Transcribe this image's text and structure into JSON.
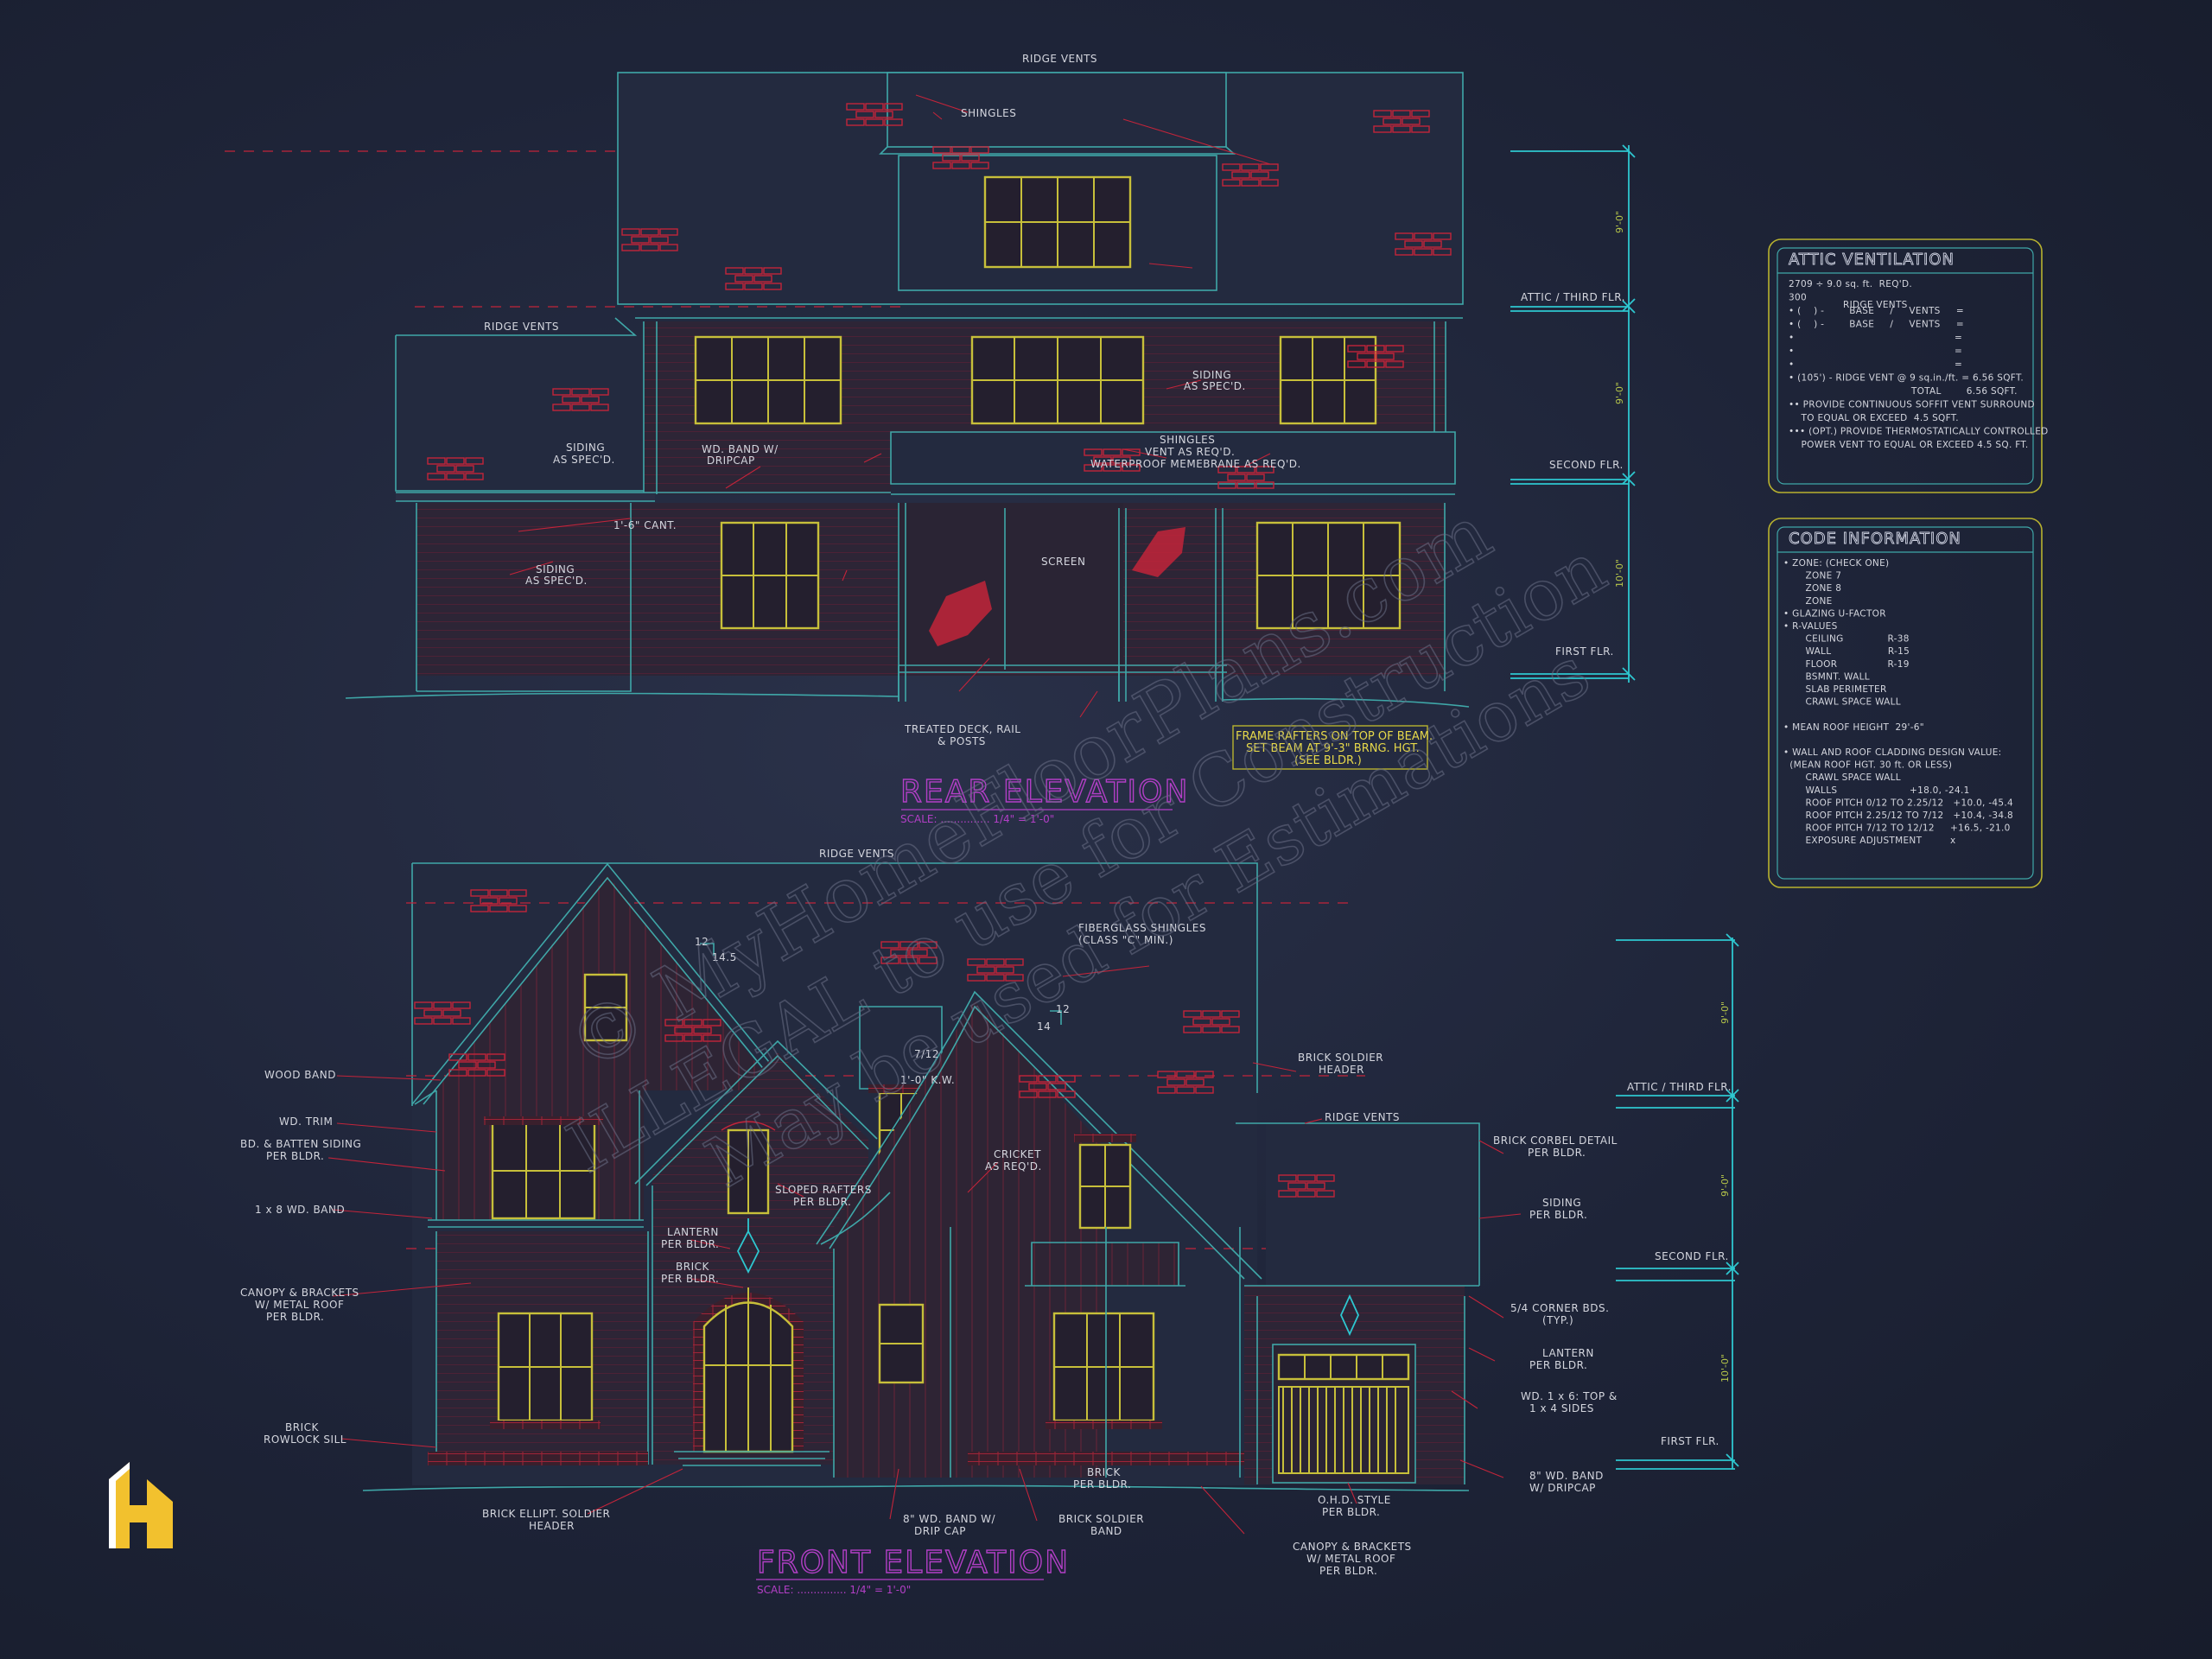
{
  "rear": {
    "title": "REAR ELEVATION",
    "scale": "SCALE:  ............... 1/4\" = 1'-0\"",
    "labels": {
      "ridge_vents_top": "RIDGE VENTS",
      "shingles_top": "SHINGLES",
      "ridge_vents_left": "RIDGE VENTS",
      "siding_left_1": "SIDING",
      "siding_left_2": "AS SPEC'D.",
      "band_1": "WD. BAND W/",
      "band_2": "DRIPCAP",
      "siding_right_1": "SIDING",
      "siding_right_2": "AS SPEC'D.",
      "shingles_1": "SHINGLES",
      "shingles_2": "VENT AS REQ'D.",
      "shingles_3": "WATERPROOF MEMEBRANE AS REQ'D.",
      "cant": "1'-6\" CANT.",
      "siding_low_1": "SIDING",
      "siding_low_2": "AS SPEC'D.",
      "screen": "SCREEN",
      "deck_1": "TREATED DECK, RAIL",
      "deck_2": "& POSTS",
      "attic_flr": "ATTIC / THIRD FLR.",
      "second_flr": "SECOND FLR.",
      "first_flr": "FIRST FLR.",
      "dim_1": "9'-0\"",
      "dim_2": "9'-0\"",
      "dim_3": "10'-0\""
    },
    "note": [
      "FRAME RAFTERS ON TOP OF BEAM.",
      "SET BEAM AT 9'-3\" BRNG. HGT.",
      "(SEE BLDR.)"
    ]
  },
  "front": {
    "title": "FRONT ELEVATION",
    "scale": "SCALE:  ............... 1/4\" = 1'-0\"",
    "labels": {
      "ridge_vents_top": "RIDGE VENTS",
      "fiberglass_1": "FIBERGLASS SHINGLES",
      "fiberglass_2": "(CLASS \"C\" MIN.)",
      "wood_band": "WOOD BAND",
      "wd_trim": "WD. TRIM",
      "batten_1": "BD. & BATTEN SIDING",
      "batten_2": "PER BLDR.",
      "band_1x8": "1 x 8 WD. BAND",
      "canopy_1": "CANOPY & BRACKETS",
      "canopy_2": "W/ METAL ROOF",
      "canopy_3": "PER BLDR.",
      "rowlock_1": "BRICK",
      "rowlock_2": "ROWLOCK SILL",
      "ellipt_1": "BRICK ELLIPT. SOLDIER",
      "ellipt_2": "HEADER",
      "band8_1": "8\" WD. BAND W/",
      "band8_2": "DRIP CAP",
      "brick_1": "BRICK",
      "brick_2": "PER BLDR.",
      "soldier_band_1": "BRICK SOLDIER",
      "soldier_band_2": "BAND",
      "canopy_r_1": "CANOPY & BRACKETS",
      "canopy_r_2": "W/ METAL ROOF",
      "canopy_r_3": "PER BLDR.",
      "ohd_1": "O.H.D. STYLE",
      "ohd_2": "PER BLDR.",
      "band8r_1": "8\" WD. BAND",
      "band8r_2": "W/ DRIPCAP",
      "wd1x6_1": "WD. 1 x 6: TOP &",
      "wd1x6_2": "1 x 4 SIDES",
      "lantern_r_1": "LANTERN",
      "lantern_r_2": "PER BLDR.",
      "corner_1": "5/4 CORNER BDS.",
      "corner_2": "(TYP.)",
      "siding_1": "SIDING",
      "siding_2": "PER BLDR.",
      "corbel_1": "BRICK CORBEL DETAIL",
      "corbel_2": "PER BLDR.",
      "ridge_vents_r": "RIDGE VENTS",
      "soldier_hdr_1": "BRICK SOLDIER",
      "soldier_hdr_2": "HEADER",
      "cricket_1": "CRICKET",
      "cricket_2": "AS REQ'D.",
      "sloped_1": "SLOPED RAFTERS",
      "sloped_2": "PER BLDR.",
      "lantern_1": "LANTERN",
      "lantern_2": "PER BLDR.",
      "brick_l_1": "BRICK",
      "brick_l_2": "PER BLDR.",
      "kw": "1'-0\" K.W.",
      "pitch_a": "7/12",
      "pitch_b": "12",
      "pitch_b2": "14",
      "pitch_c": "12",
      "pitch_c2": "14.5",
      "attic_flr": "ATTIC / THIRD FLR.",
      "second_flr": "SECOND FLR.",
      "first_flr": "FIRST FLR.",
      "dim_1": "9'-0\"",
      "dim_2": "9'-0\"",
      "dim_3": "10'-0\""
    }
  },
  "attic_ventilation": {
    "heading": "ATTIC VENTILATION",
    "lines": [
      "2709 ÷ 9.0 sq. ft.  REQ'D.",
      "300",
      "• (    ) -        BASE     /     VENTS     =",
      "• (    ) -        BASE     /     VENTS     =",
      "•                                                   =",
      "•                                                   =",
      "•                                                   =",
      "• (105') - RIDGE VENT @ 9 sq.in./ft. = 6.56 SQFT.",
      "                                       TOTAL        6.56 SQFT.",
      "•• PROVIDE CONTINUOUS SOFFIT VENT SURROUND",
      "    TO EQUAL OR EXCEED  4.5 SQFT.",
      "••• (OPT.) PROVIDE THERMOSTATICALLY CONTROLLED",
      "    POWER VENT TO EQUAL OR EXCEED 4.5 SQ. FT."
    ],
    "ridge_label": "RIDGE VENTS"
  },
  "code_information": {
    "heading": "CODE INFORMATION",
    "lines": [
      "• ZONE: (CHECK ONE)",
      "       ZONE 7",
      "       ZONE 8",
      "       ZONE",
      "• GLAZING U-FACTOR",
      "• R-VALUES",
      "       CEILING              R-38",
      "       WALL                  R-15",
      "       FLOOR                R-19",
      "       BSMNT. WALL",
      "       SLAB PERIMETER",
      "       CRAWL SPACE WALL",
      "",
      "• MEAN ROOF HEIGHT  29'-6\"",
      "",
      "• WALL AND ROOF CLADDING DESIGN VALUE:",
      "  (MEAN ROOF HGT. 30 ft. OR LESS)",
      "       CRAWL SPACE WALL",
      "       WALLS                       +18.0, -24.1",
      "       ROOF PITCH 0/12 TO 2.25/12   +10.0, -45.4",
      "       ROOF PITCH 2.25/12 TO 7/12   +10.4, -34.8",
      "       ROOF PITCH 7/12 TO 12/12     +16.5, -21.0",
      "       EXPOSURE ADJUSTMENT         x"
    ]
  },
  "watermark": {
    "line1": "© MyHomeFloorPlans.com",
    "line2": "ILLEGAL to use for Construction",
    "line3": "May be used for Estimations"
  },
  "logo": {
    "icon": "house-h-logo-icon",
    "color": "#f2c12e"
  },
  "colors": {
    "outline": "#3fa7a8",
    "windows": "#c7bf3a",
    "hatch": "#c2243a",
    "title": "#b23fc6"
  }
}
